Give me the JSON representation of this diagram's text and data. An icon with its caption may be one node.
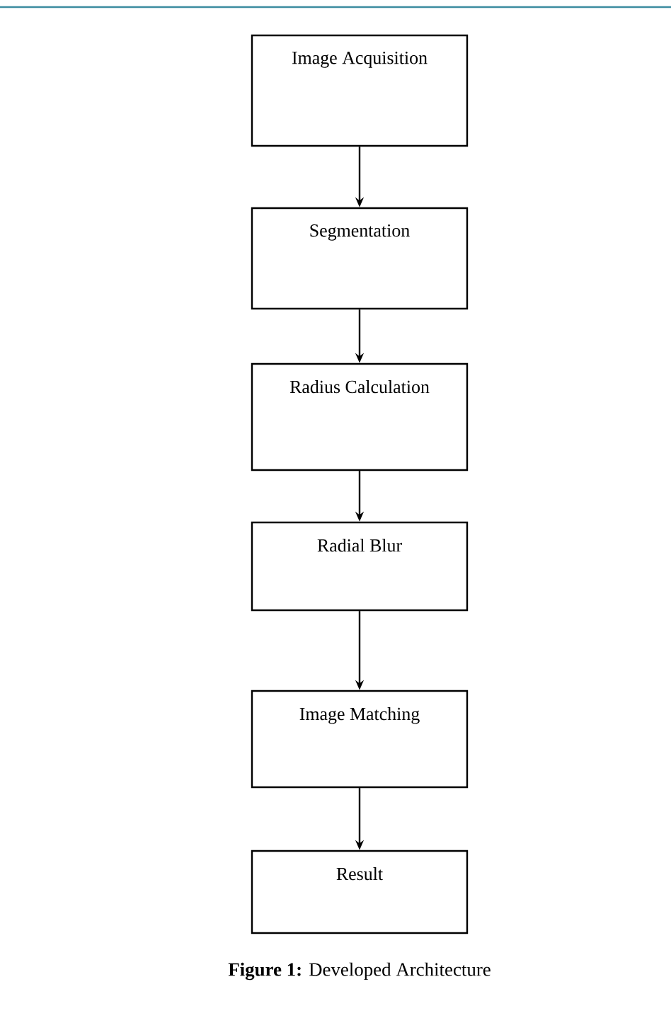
{
  "diagram": {
    "caption": "**Figure 1:** Developed Architecture",
    "nodes": [
      {
        "text": [
          "Image Acquisition"
        ]
      },
      {
        "text": [
          "Segmentation"
        ]
      },
      {
        "text": [
          "Radius Calculation"
        ]
      },
      {
        "text": [
          "Radial Blur"
        ]
      },
      {
        "text": [
          "Image Matching"
        ]
      },
      {
        "text": [
          "Result"
        ]
      }
    ],
    "edges": [
      {
        "from": 0,
        "to": 1,
        "arrow": "to"
      },
      {
        "from": 1,
        "to": 2,
        "arrow": "to"
      },
      {
        "from": 2,
        "to": 3,
        "arrow": "to"
      },
      {
        "from": 3,
        "to": 4,
        "arrow": "to"
      },
      {
        "from": 4,
        "to": 5,
        "arrow": "to"
      }
    ]
  }
}
